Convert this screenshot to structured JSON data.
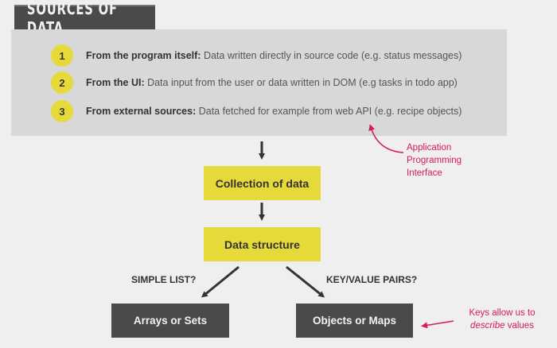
{
  "title": "SOURCES OF DATA",
  "sources": [
    {
      "number": "1",
      "heading": "From the program itself:",
      "description": " Data written directly in source code (e.g. status messages)"
    },
    {
      "number": "2",
      "heading": "From the UI:",
      "description": " Data input from the user or data written in DOM (e.g tasks in todo app)"
    },
    {
      "number": "3",
      "heading": "From external sources:",
      "description": " Data fetched for example from web API (e.g. recipe objects)"
    }
  ],
  "api_note": {
    "line1": "Application",
    "line2": "Programming",
    "line3": "Interface"
  },
  "flow": {
    "collection": "Collection of data",
    "structure": "Data structure"
  },
  "branches": {
    "left_label": "SIMPLE LIST?",
    "right_label": "KEY/VALUE PAIRS?",
    "left_box": "Arrays or Sets",
    "right_box": "Objects or Maps"
  },
  "keys_note": {
    "line1": "Keys allow us to",
    "describe_word": "describe",
    "values_word": " values"
  },
  "colors": {
    "accent_yellow": "#e6d93a",
    "dark_box": "#4a4a4a",
    "annotation_red": "#d81b52",
    "panel_gray": "#d8d8d8"
  }
}
